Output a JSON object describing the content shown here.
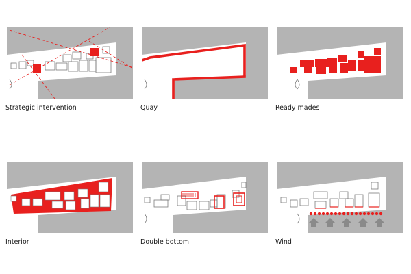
{
  "colors": {
    "ground": "#b4b4b4",
    "site": "#ffffff",
    "outline": "#7a7a7a",
    "highlight": "#e8201e",
    "wind": "#8a8a8a"
  },
  "panels": [
    {
      "caption": "Strategic intervention"
    },
    {
      "caption": "Quay"
    },
    {
      "caption": "Ready mades"
    },
    {
      "caption": "Interior"
    },
    {
      "caption": "Double bottom"
    },
    {
      "caption": "Wind"
    }
  ]
}
